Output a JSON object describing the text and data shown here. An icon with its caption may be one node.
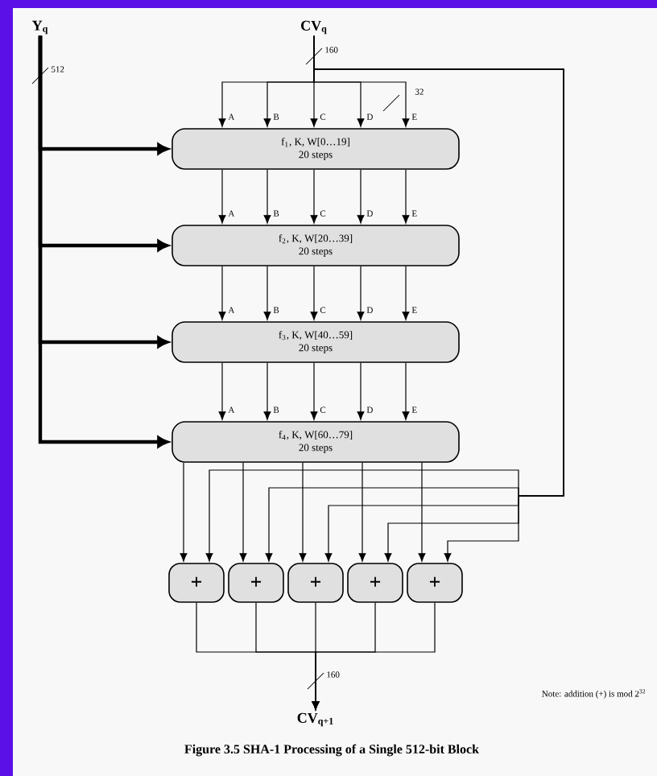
{
  "diagram": {
    "caption": "Figure 3.5 SHA-1 Processing of a Single 512-bit Block",
    "nodes": [
      {
        "text": [
          "Y$_{q}$"
        ]
      },
      {
        "text": [
          "CV$_{q}$"
        ]
      },
      {
        "text": [
          "f$_{1}$, K, W[0…19]",
          "20 steps"
        ]
      },
      {
        "text": [
          "f$_{2}$, K, W[20…39]",
          "20 steps"
        ]
      },
      {
        "text": [
          "f$_{3}$, K, W[40…59]",
          "20 steps"
        ]
      },
      {
        "text": [
          "f$_{4}$, K, W[60…79]",
          "20 steps"
        ]
      },
      {
        "text": [
          "+"
        ]
      },
      {
        "text": [
          "+"
        ]
      },
      {
        "text": [
          "+"
        ]
      },
      {
        "text": [
          "+"
        ]
      },
      {
        "text": [
          "+"
        ]
      },
      {
        "text": [
          "CV$_{q+1}$"
        ]
      }
    ],
    "edges": [
      {
        "from": 0,
        "to": 2,
        "arrow": "to",
        "style": "thick"
      },
      {
        "from": 0,
        "to": 3,
        "arrow": "to",
        "style": "thick"
      },
      {
        "from": 0,
        "to": 4,
        "arrow": "to",
        "style": "thick"
      },
      {
        "from": 0,
        "to": 5,
        "arrow": "to",
        "style": "thick"
      },
      {
        "from": 1,
        "to": 2,
        "arrow": "to",
        "label": "A"
      },
      {
        "from": 1,
        "to": 2,
        "arrow": "to",
        "label": "B"
      },
      {
        "from": 1,
        "to": 2,
        "arrow": "to",
        "label": "C"
      },
      {
        "from": 1,
        "to": 2,
        "arrow": "to",
        "label": "D"
      },
      {
        "from": 1,
        "to": 2,
        "arrow": "to",
        "label": "E"
      },
      {
        "from": 2,
        "to": 3,
        "arrow": "to",
        "label": "A"
      },
      {
        "from": 2,
        "to": 3,
        "arrow": "to",
        "label": "B"
      },
      {
        "from": 2,
        "to": 3,
        "arrow": "to",
        "label": "C"
      },
      {
        "from": 2,
        "to": 3,
        "arrow": "to",
        "label": "D"
      },
      {
        "from": 2,
        "to": 3,
        "arrow": "to",
        "label": "E"
      },
      {
        "from": 3,
        "to": 4,
        "arrow": "to",
        "label": "A"
      },
      {
        "from": 3,
        "to": 4,
        "arrow": "to",
        "label": "B"
      },
      {
        "from": 3,
        "to": 4,
        "arrow": "to",
        "label": "C"
      },
      {
        "from": 3,
        "to": 4,
        "arrow": "to",
        "label": "D"
      },
      {
        "from": 3,
        "to": 4,
        "arrow": "to",
        "label": "E"
      },
      {
        "from": 4,
        "to": 5,
        "arrow": "to",
        "label": "A"
      },
      {
        "from": 4,
        "to": 5,
        "arrow": "to",
        "label": "B"
      },
      {
        "from": 4,
        "to": 5,
        "arrow": "to",
        "label": "C"
      },
      {
        "from": 4,
        "to": 5,
        "arrow": "to",
        "label": "D"
      },
      {
        "from": 4,
        "to": 5,
        "arrow": "to",
        "label": "E"
      },
      {
        "from": 5,
        "to": 6,
        "arrow": "to"
      },
      {
        "from": 5,
        "to": 7,
        "arrow": "to"
      },
      {
        "from": 5,
        "to": 8,
        "arrow": "to"
      },
      {
        "from": 5,
        "to": 9,
        "arrow": "to"
      },
      {
        "from": 5,
        "to": 10,
        "arrow": "to"
      },
      {
        "from": 1,
        "to": 6,
        "arrow": "to"
      },
      {
        "from": 1,
        "to": 7,
        "arrow": "to"
      },
      {
        "from": 1,
        "to": 8,
        "arrow": "to"
      },
      {
        "from": 1,
        "to": 9,
        "arrow": "to"
      },
      {
        "from": 1,
        "to": 10,
        "arrow": "to"
      },
      {
        "from": 6,
        "to": 11,
        "arrow": "to"
      },
      {
        "from": 7,
        "to": 11,
        "arrow": "to"
      },
      {
        "from": 8,
        "to": 11,
        "arrow": "to"
      },
      {
        "from": 9,
        "to": 11,
        "arrow": "to"
      },
      {
        "from": 10,
        "to": 11,
        "arrow": "to"
      }
    ],
    "labels": [
      "512",
      "160",
      "32",
      "160",
      "Note: addition (+) is mod 2$^{32}$"
    ]
  }
}
